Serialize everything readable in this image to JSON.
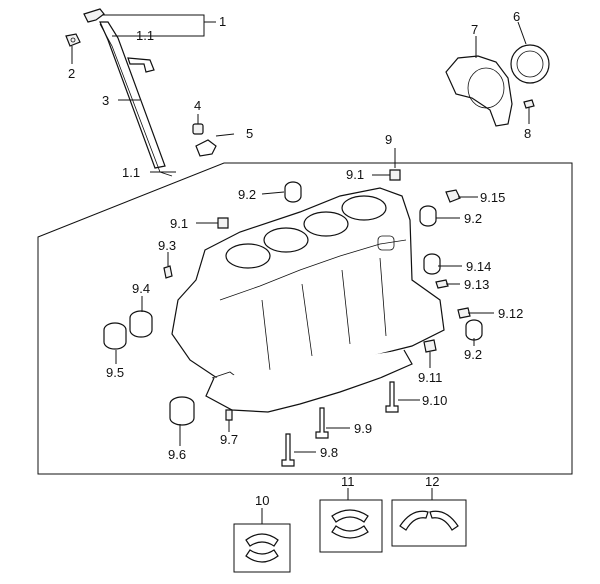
{
  "diagram": {
    "callouts": {
      "c1": "1",
      "c1_1_top": "1.1",
      "c2": "2",
      "c3": "3",
      "c4": "4",
      "c5": "5",
      "c1_1_bottom": "1.1",
      "c6": "6",
      "c7": "7",
      "c8": "8",
      "c9": "9",
      "c9_1_top": "9.1",
      "c9_1_left": "9.1",
      "c9_2_left": "9.2",
      "c9_2_right": "9.2",
      "c9_2_lower": "9.2",
      "c9_3": "9.3",
      "c9_4": "9.4",
      "c9_5": "9.5",
      "c9_6": "9.6",
      "c9_7": "9.7",
      "c9_8": "9.8",
      "c9_9": "9.9",
      "c9_10": "9.10",
      "c9_11": "9.11",
      "c9_12": "9.12",
      "c9_13": "9.13",
      "c9_14": "9.14",
      "c9_15": "9.15",
      "c10": "10",
      "c11": "11",
      "c12": "12"
    }
  }
}
